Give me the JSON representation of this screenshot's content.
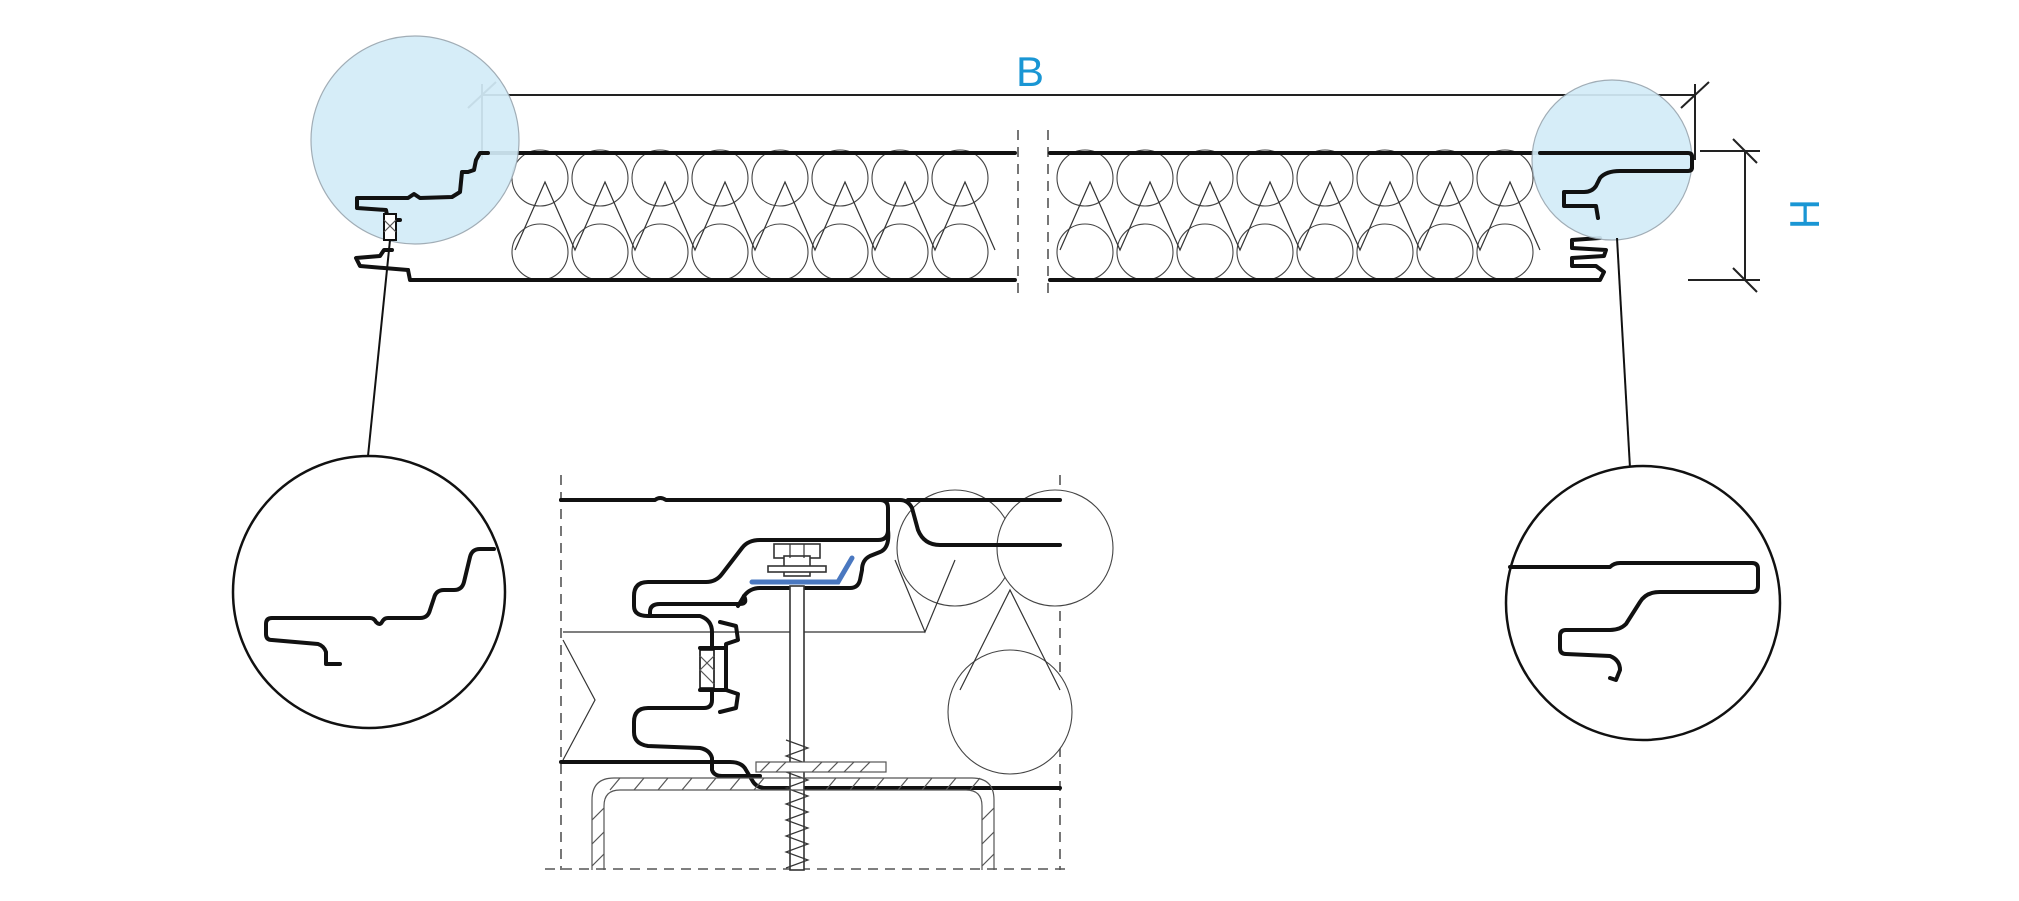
{
  "dimensions": {
    "width_label": "B",
    "height_label": "H",
    "label_color": "#1a96d4"
  },
  "colors": {
    "line": "#111111",
    "highlight_fill": "#d3ecf8",
    "washer_accent": "#4a78c0"
  },
  "parts": {
    "panel": "sandwich-panel-cross-section",
    "insulation": "mineral-wool-core",
    "left_detail": "left-joint-detail",
    "right_detail": "right-joint-detail",
    "center_detail": "fastened-joint-detail"
  }
}
